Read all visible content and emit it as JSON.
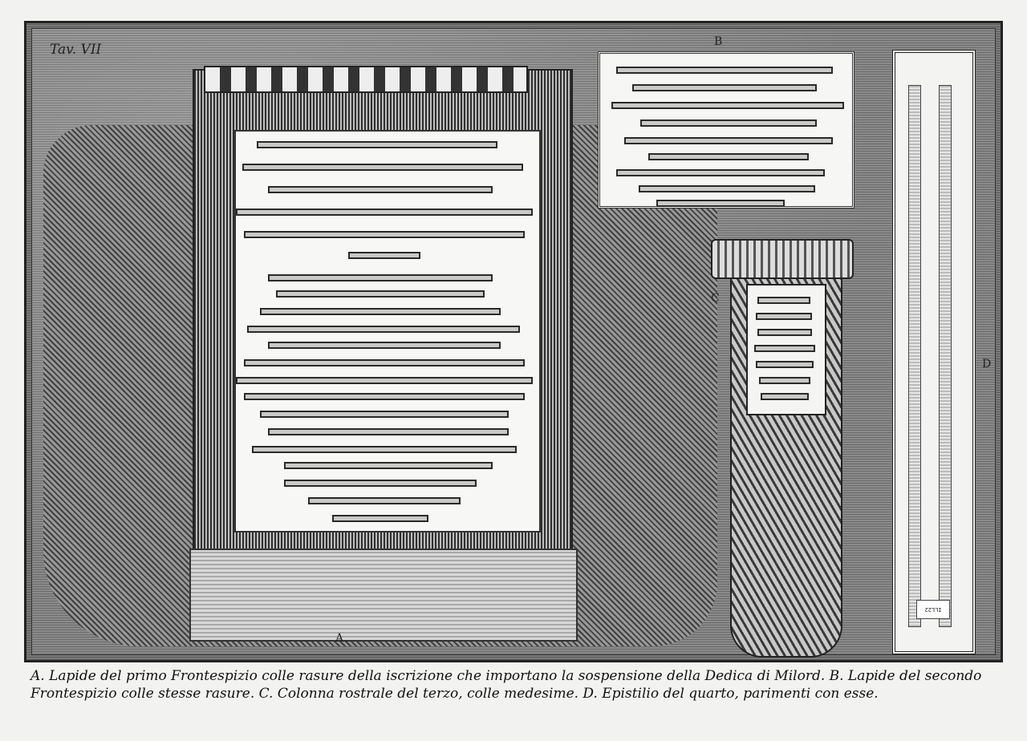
{
  "plate": {
    "number_label": "Tav. VII",
    "letters": {
      "a": "A.",
      "b": "B",
      "c": "C",
      "d": "D"
    },
    "stamp_text": "ILL22"
  },
  "caption": {
    "line1": "A. Lapide del primo Frontespizio colle rasure della iscrizione che importano la sospensione della Dedica di Milord. B. Lapide del secondo",
    "line2": "Frontespizio colle stesse rasure. C. Colonna rostrale del terzo, colle medesime. D. Epistilio del quarto, parimenti con esse."
  }
}
